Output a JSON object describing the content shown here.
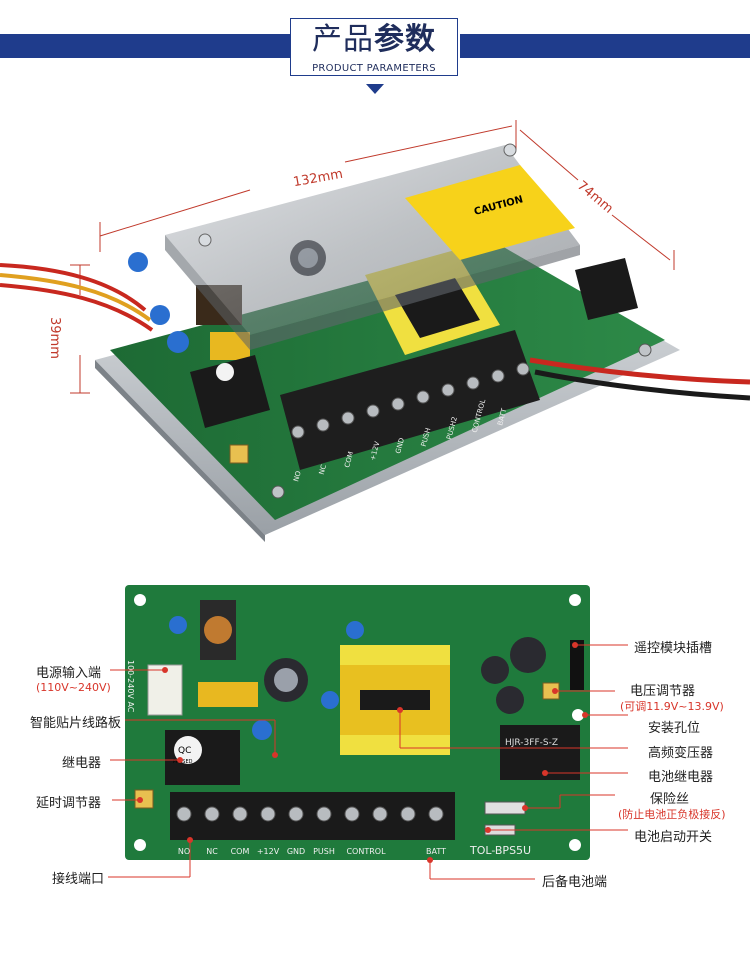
{
  "header": {
    "title_part1": "产品",
    "title_part2": "参数",
    "subtitle": "PRODUCT PARAMETERS"
  },
  "dimensions": {
    "length": "132mm",
    "width": "74mm",
    "height": "39mm"
  },
  "board_texts": {
    "caution": "CAUTION",
    "terminals": [
      "NO",
      "NC",
      "COM",
      "+12V",
      "GND",
      "PUSH",
      "PUSH2",
      "CONTROL",
      "BATT"
    ],
    "terminals_bottom": [
      "NO",
      "NC",
      "COM",
      "+12V",
      "GND",
      "PUSH",
      "CONTROL",
      "BATT"
    ],
    "model": "TOL-BPS5U",
    "relay_text": "HJR-3FF-S-Z",
    "qc": "QC",
    "qc_passed": "PASSED",
    "ac_range": "100-240V AC"
  },
  "labels": {
    "power_input": "电源输入端",
    "power_input_range": "(110V~240V)",
    "smt_circuit": "智能贴片线路板",
    "relay": "继电器",
    "delay_adjuster": "延时调节器",
    "terminal_port": "接线端口",
    "remote_slot": "遥控模块插槽",
    "voltage_adjuster": "电压调节器",
    "voltage_range": "(可调11.9V~13.9V)",
    "mount_hole": "安装孔位",
    "transformer": "高频变压器",
    "battery_relay": "电池继电器",
    "fuse": "保险丝",
    "fuse_note": "(防止电池正负极接反)",
    "battery_switch": "电池启动开关",
    "backup_battery": "后备电池端"
  },
  "colors": {
    "header_blue": "#1f3c8c",
    "pcb_green": "#1f7a3c",
    "callout_red": "#d8352a"
  }
}
